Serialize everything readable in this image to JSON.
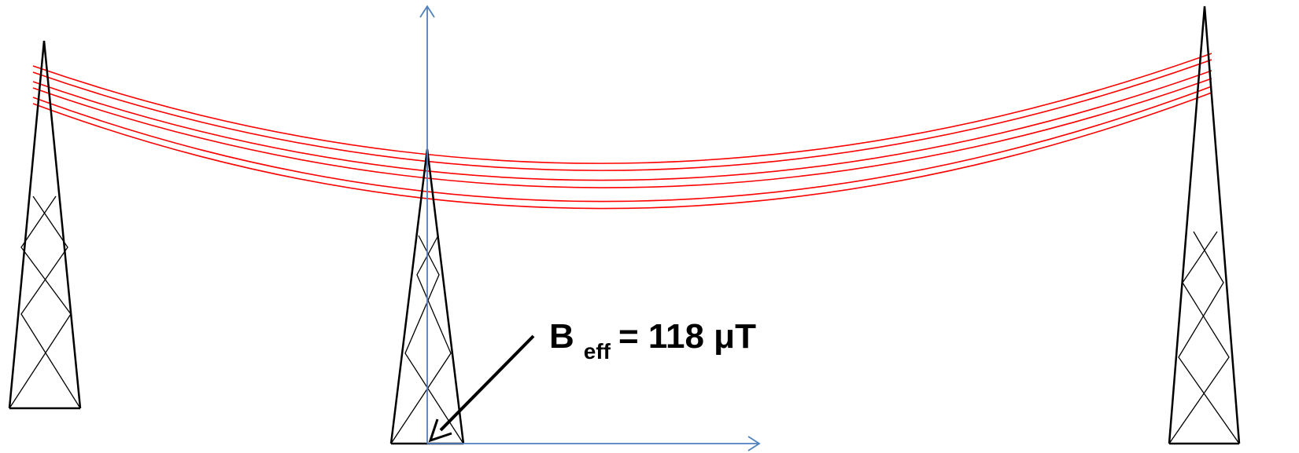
{
  "annotation": {
    "symbol": "B",
    "subscript": "eff",
    "rest": "= 118 μT"
  },
  "colors": {
    "background": "#ffffff",
    "tower": "#000000",
    "conductor": "#ff0000",
    "axis": "#4f81bd",
    "arrow": "#000000",
    "label": "#000000"
  }
}
